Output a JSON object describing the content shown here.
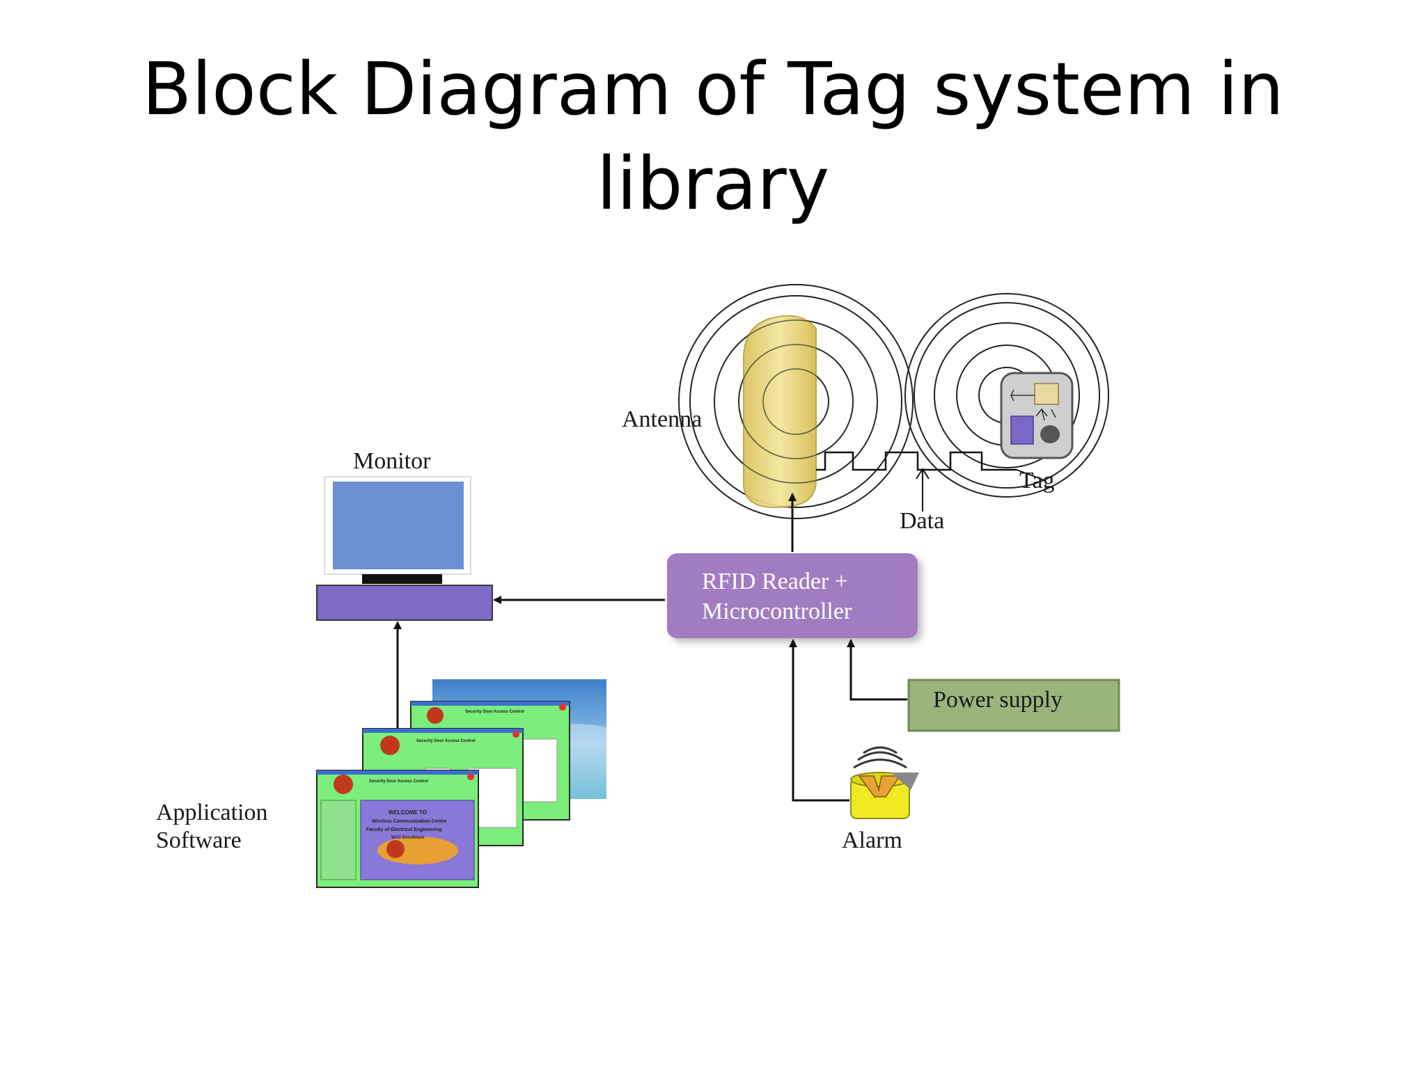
{
  "title": {
    "line1": "Block Diagram of Tag system in",
    "line2": "library"
  },
  "labels": {
    "antenna": "Antenna",
    "monitor": "Monitor",
    "data": "Data",
    "tag": "Tag",
    "alarm": "Alarm",
    "application_software_line1": "Application",
    "application_software_line2": "Software"
  },
  "reader_box": {
    "line1": "RFID Reader +",
    "line2": "Microcontroller",
    "color": "#a27cc0"
  },
  "power_box": {
    "label": "Power supply",
    "color": "#9bb37d"
  },
  "software_windows": {
    "header": "Security Door Access Control",
    "welcome_line1": "WELCOME TO",
    "welcome_line2": "Wireless Communication Centre",
    "welcome_line3": "Faculty of Electrical Engineering",
    "welcome_line4": "WCC Enrollment"
  },
  "colors": {
    "monitor_screen": "#6b8fd2",
    "monitor_base": "#7e6ac7",
    "antenna": "#e8d47a",
    "window_green": "#7bee7b",
    "alarm": "#f1ea23"
  }
}
